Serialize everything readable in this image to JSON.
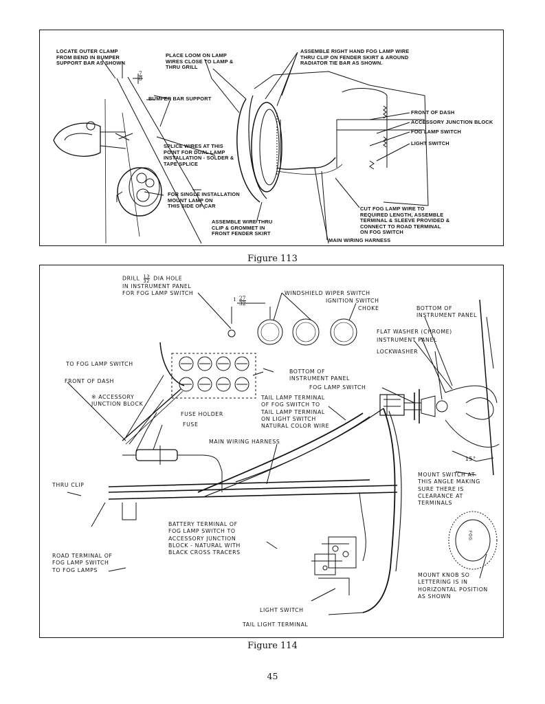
{
  "figure113": {
    "caption": "Figure 113",
    "labels": {
      "clamp": [
        "LOCATE OUTER CLAMP",
        "FROM BEND IN BUMPER",
        "SUPPORT BAR AS SHOWN"
      ],
      "loom": [
        "PLACE LOOM ON LAMP",
        "WIRES CLOSE TO LAMP &",
        "THRU GRILL"
      ],
      "fog_wire": [
        "ASSEMBLE RIGHT HAND FOG LAMP WIRE",
        "THRU CLIP ON FENDER SKIRT & AROUND",
        "RADIATOR TIE BAR AS SHOWN."
      ],
      "fraction": [
        "7",
        "8"
      ],
      "bumper_support": "BUMPER BAR SUPPORT",
      "front_dash": "FRONT OF DASH",
      "accessory_block": "ACCESSORY JUNCTION BLOCK",
      "fog_switch": "FOG LAMP SWITCH",
      "light_switch": "LIGHT SWITCH",
      "splice": [
        "SPLICE WIRES AT THIS",
        "POINT FOR DUAL LAMP",
        "INSTALLATION - SOLDER &",
        "TAPE SPLICE"
      ],
      "single_install": [
        "FOR SINGLE INSTALLATION",
        "MOUNT LAMP ON",
        "THIS SIDE OF CAR"
      ],
      "grommet": [
        "ASSEMBLE WIRE THRU",
        "CLIP & GROMMET IN",
        "FRONT FENDER SKIRT"
      ],
      "cut_wire": [
        "CUT FOG LAMP WIRE TO",
        "REQUIRED LENGTH, ASSEMBLE",
        "TERMINAL & SLEEVE PROVIDED &",
        "CONNECT TO ROAD TERMINAL",
        "ON FOG SWITCH"
      ],
      "harness": "MAIN WIRING HARNESS"
    }
  },
  "figure114": {
    "caption": "Figure 114",
    "labels": {
      "drill": [
        "DRILL",
        "DIA HOLE",
        "IN INSTRUMENT PANEL",
        "FOR FOG LAMP SWITCH"
      ],
      "drill_frac": [
        "13",
        "32"
      ],
      "dim_frac": [
        "27",
        "32"
      ],
      "dim_one": "1",
      "wiper": "WINDSHIELD WIPER SWITCH",
      "ignition": "IGNITION SWITCH",
      "choke": "CHOKE",
      "bottom_panel_r": [
        "BOTTOM OF",
        "INSTRUMENT PANEL"
      ],
      "flat_washer": "FLAT WASHER (CHROME)",
      "instrument_panel": "INSTRUMENT PANEL",
      "lockwasher": "LOCKWASHER",
      "to_fog_switch": "TO FOG LAMP SWITCH",
      "bottom_panel_l": [
        "BOTTOM OF",
        "INSTRUMENT PANEL"
      ],
      "front_dash": "FRONT OF DASH",
      "accessory_block": [
        "※ ACCESSORY",
        "JUNCTION BLOCK"
      ],
      "fog_switch": "FOG LAMP SWITCH",
      "tail_terminal": [
        "TAIL LAMP TERMINAL",
        "OF FOG SWITCH TO",
        "TAIL LAMP TERMINAL",
        "ON LIGHT SWITCH",
        "NATURAL COLOR WIRE"
      ],
      "fuse_holder": "FUSE HOLDER",
      "fuse": "FUSE",
      "harness": "MAIN WIRING HARNESS",
      "thru_clip": "THRU CLIP",
      "angle": "15°",
      "mount_switch": [
        "MOUNT SWITCH AT",
        "THIS ANGLE MAKING",
        "SURE THERE IS",
        "CLEARANCE AT",
        "TERMINALS"
      ],
      "battery": [
        "BATTERY TERMINAL OF",
        "FOG LAMP SWITCH TO",
        "ACCESSORY JUNCTION",
        "BLOCK - NATURAL WITH",
        "BLACK CROSS TRACERS"
      ],
      "road_terminal": [
        "ROAD TERMINAL OF",
        "FOG LAMP SWITCH",
        "TO FOG LAMPS"
      ],
      "knob_text": "FOG",
      "mount_knob": [
        "MOUNT KNOB SO",
        "LETTERING IS IN",
        "HORIZONTAL POSITION",
        "AS SHOWN"
      ],
      "light_switch": "LIGHT SWITCH",
      "tail_light_terminal": "TAIL LIGHT TERMINAL"
    }
  },
  "page_number": "45"
}
